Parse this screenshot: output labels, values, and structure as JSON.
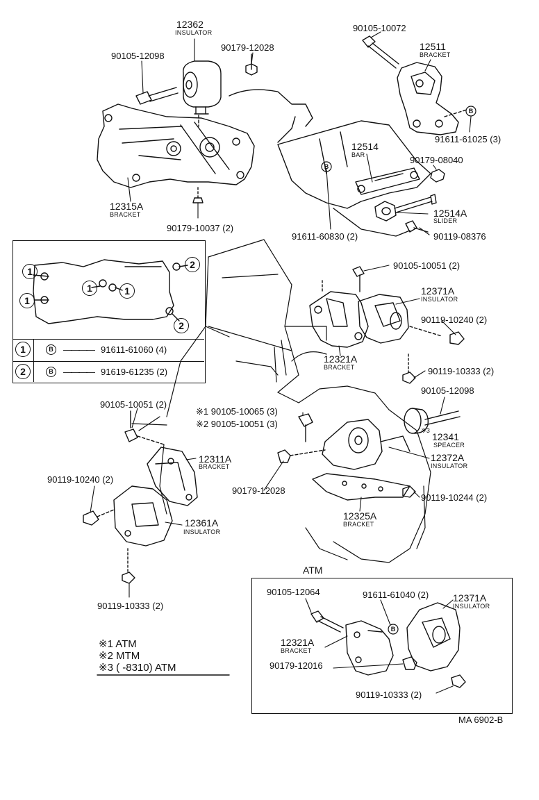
{
  "callouts": {
    "p12362": "12362",
    "p12362_sub": "INSULATOR",
    "p90105_12098_a": "90105-12098",
    "p90179_12028_a": "90179-12028",
    "p12315A": "12315A",
    "p12315A_sub": "BRACKET",
    "p90179_10037": "90179-10037 (2)",
    "p90105_10072": "90105-10072",
    "p12511": "12511",
    "p12511_sub": "BRACKET",
    "p91611_61025": "91611-61025 (3)",
    "p12514": "12514",
    "p12514_sub": "BAR",
    "p90179_08040": "90179-08040",
    "p12514A": "12514A",
    "p12514A_sub": "SLIDER",
    "p91611_60830": "91611-60830 (2)",
    "p90119_08376": "90119-08376",
    "p90105_10051_a": "90105-10051 (2)",
    "p12371A_a": "12371A",
    "p12371A_a_sub": "INSULATOR",
    "p90119_10240_a": "90119-10240 (2)",
    "p12321A_a": "12321A",
    "p12321A_a_sub": "BRACKET",
    "p90119_10333_a": "90119-10333 (2)",
    "p90105_12098_b": "90105-12098",
    "p12341_mark": "※3",
    "p12341": "12341",
    "p12341_sub": "SPEACER",
    "p12372A": "12372A",
    "p12372A_sub": "INSULATOR",
    "p90119_10244": "90119-10244 (2)",
    "p12325A": "12325A",
    "p12325A_sub": "BRACKET",
    "p90179_12028_b": "90179-12028",
    "p90105_10065": "※1 90105-10065 (3)",
    "p90105_10051_c": "※2 90105-10051 (3)",
    "p90105_10051_b": "90105-10051 (2)",
    "p12311A": "12311A",
    "p12311A_sub": "BRACKET",
    "p90119_10240_b": "90119-10240 (2)",
    "p12361A": "12361A",
    "p12361A_sub": "INSULATOR",
    "p90119_10333_b": "90119-10333 (2)"
  },
  "inset": {
    "markers": {
      "one": "1",
      "two": "2",
      "b": "B"
    },
    "rows": [
      {
        "marker": "1",
        "b": "B",
        "part": "91611-61060 (4)"
      },
      {
        "marker": "2",
        "b": "B",
        "part": "91619-61235 (2)"
      }
    ]
  },
  "atm_box": {
    "title": "ATM",
    "p90105_12064": "90105-12064",
    "p91611_61040": "91611-61040 (2)",
    "p12371A": "12371A",
    "p12371A_sub": "INSULATOR",
    "p12321A": "12321A",
    "p12321A_sub": "BRACKET",
    "p90179_12016": "90179-12016",
    "p90119_10333": "90119-10333 (2)",
    "b": "B"
  },
  "legend": {
    "line1": "※1 ATM",
    "line2": "※2 MTM",
    "line3": "※3 (      -8310) ATM"
  },
  "footer_code": "MA 6902-B"
}
